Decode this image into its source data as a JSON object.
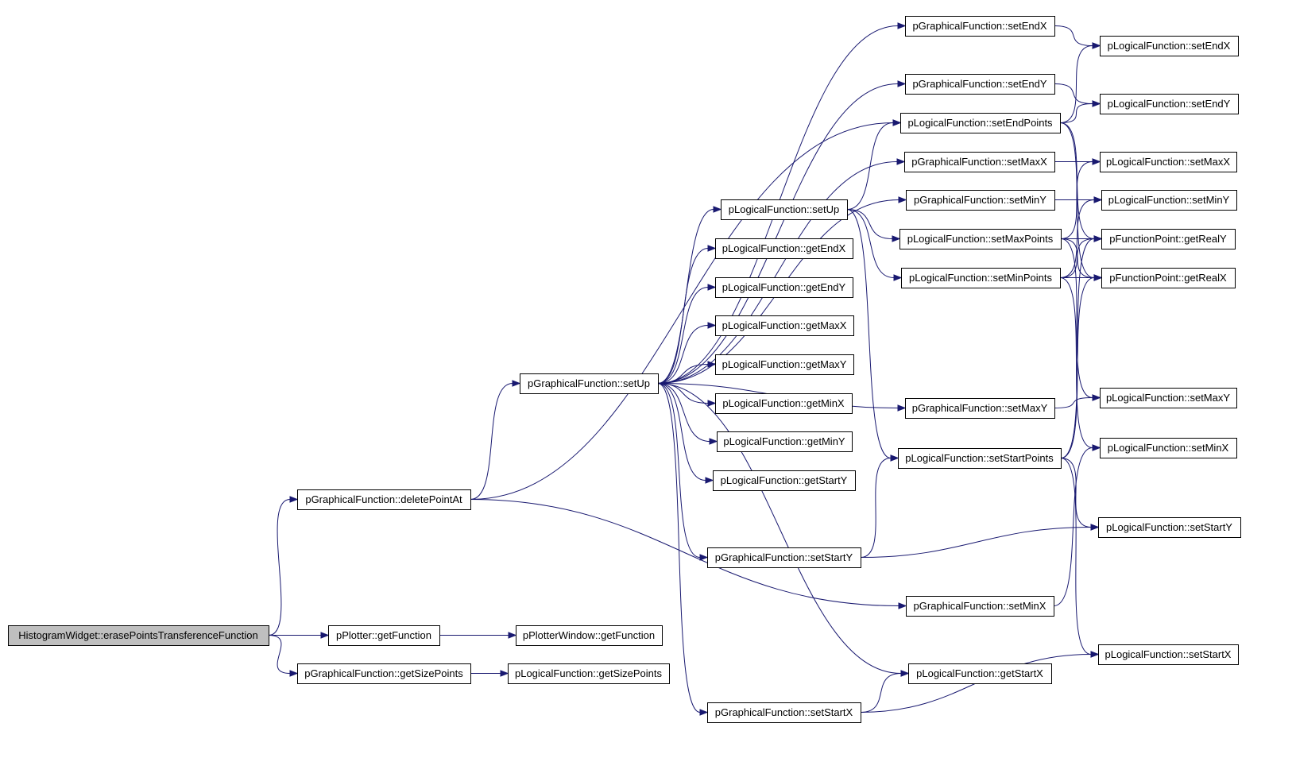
{
  "colors": {
    "edge": "#191970",
    "node_fill": "#ffffff",
    "root_fill": "#bfbfbf",
    "border": "#000000"
  },
  "graph": {
    "root": "n_root",
    "nodes": [
      {
        "id": "n_root",
        "label": "HistogramWidget::erasePointsTransferenceFunction"
      },
      {
        "id": "n_deletePointAt",
        "label": "pGraphicalFunction::deletePointAt"
      },
      {
        "id": "n_getFunction",
        "label": "pPlotter::getFunction"
      },
      {
        "id": "n_gf_getSizePoints",
        "label": "pGraphicalFunction::getSizePoints"
      },
      {
        "id": "n_pw_getFunction",
        "label": "pPlotterWindow::getFunction"
      },
      {
        "id": "n_lf_getSizePoints",
        "label": "pLogicalFunction::getSizePoints"
      },
      {
        "id": "n_gf_setUp",
        "label": "pGraphicalFunction::setUp"
      },
      {
        "id": "n_lf_setUp",
        "label": "pLogicalFunction::setUp"
      },
      {
        "id": "n_lf_getEndX",
        "label": "pLogicalFunction::getEndX"
      },
      {
        "id": "n_lf_getEndY",
        "label": "pLogicalFunction::getEndY"
      },
      {
        "id": "n_lf_getMaxX",
        "label": "pLogicalFunction::getMaxX"
      },
      {
        "id": "n_lf_getMaxY",
        "label": "pLogicalFunction::getMaxY"
      },
      {
        "id": "n_lf_getMinX",
        "label": "pLogicalFunction::getMinX"
      },
      {
        "id": "n_lf_getMinY",
        "label": "pLogicalFunction::getMinY"
      },
      {
        "id": "n_lf_getStartY",
        "label": "pLogicalFunction::getStartY"
      },
      {
        "id": "n_gf_setStartY",
        "label": "pGraphicalFunction::setStartY"
      },
      {
        "id": "n_gf_setStartX",
        "label": "pGraphicalFunction::setStartX"
      },
      {
        "id": "n_gf_setEndX",
        "label": "pGraphicalFunction::setEndX"
      },
      {
        "id": "n_gf_setEndY",
        "label": "pGraphicalFunction::setEndY"
      },
      {
        "id": "n_lf_setEndPoints",
        "label": "pLogicalFunction::setEndPoints"
      },
      {
        "id": "n_gf_setMaxX",
        "label": "pGraphicalFunction::setMaxX"
      },
      {
        "id": "n_gf_setMinY",
        "label": "pGraphicalFunction::setMinY"
      },
      {
        "id": "n_lf_setMaxPoints",
        "label": "pLogicalFunction::setMaxPoints"
      },
      {
        "id": "n_lf_setMinPoints",
        "label": "pLogicalFunction::setMinPoints"
      },
      {
        "id": "n_gf_setMaxY",
        "label": "pGraphicalFunction::setMaxY"
      },
      {
        "id": "n_lf_setStartPoints",
        "label": "pLogicalFunction::setStartPoints"
      },
      {
        "id": "n_gf_setMinX",
        "label": "pGraphicalFunction::setMinX"
      },
      {
        "id": "n_lf_getStartX",
        "label": "pLogicalFunction::getStartX"
      },
      {
        "id": "n_lf_setEndX",
        "label": "pLogicalFunction::setEndX"
      },
      {
        "id": "n_lf_setEndY",
        "label": "pLogicalFunction::setEndY"
      },
      {
        "id": "n_lf_setMaxX",
        "label": "pLogicalFunction::setMaxX"
      },
      {
        "id": "n_lf_setMinY",
        "label": "pLogicalFunction::setMinY"
      },
      {
        "id": "n_fp_getRealY",
        "label": "pFunctionPoint::getRealY"
      },
      {
        "id": "n_fp_getRealX",
        "label": "pFunctionPoint::getRealX"
      },
      {
        "id": "n_lf_setMaxY",
        "label": "pLogicalFunction::setMaxY"
      },
      {
        "id": "n_lf_setMinX",
        "label": "pLogicalFunction::setMinX"
      },
      {
        "id": "n_lf_setStartY",
        "label": "pLogicalFunction::setStartY"
      },
      {
        "id": "n_lf_setStartX",
        "label": "pLogicalFunction::setStartX"
      }
    ],
    "edges": [
      {
        "from": "n_root",
        "to": "n_deletePointAt"
      },
      {
        "from": "n_root",
        "to": "n_getFunction"
      },
      {
        "from": "n_root",
        "to": "n_gf_getSizePoints"
      },
      {
        "from": "n_getFunction",
        "to": "n_pw_getFunction"
      },
      {
        "from": "n_gf_getSizePoints",
        "to": "n_lf_getSizePoints"
      },
      {
        "from": "n_deletePointAt",
        "to": "n_gf_setUp"
      },
      {
        "from": "n_deletePointAt",
        "to": "n_lf_setEndPoints"
      },
      {
        "from": "n_deletePointAt",
        "to": "n_gf_setMinX"
      },
      {
        "from": "n_gf_setUp",
        "to": "n_gf_setEndX"
      },
      {
        "from": "n_gf_setUp",
        "to": "n_gf_setEndY"
      },
      {
        "from": "n_gf_setUp",
        "to": "n_gf_setMaxX"
      },
      {
        "from": "n_gf_setUp",
        "to": "n_gf_setMinY"
      },
      {
        "from": "n_gf_setUp",
        "to": "n_lf_setUp"
      },
      {
        "from": "n_gf_setUp",
        "to": "n_lf_getEndX"
      },
      {
        "from": "n_gf_setUp",
        "to": "n_lf_getEndY"
      },
      {
        "from": "n_gf_setUp",
        "to": "n_lf_getMaxX"
      },
      {
        "from": "n_gf_setUp",
        "to": "n_lf_getMaxY"
      },
      {
        "from": "n_gf_setUp",
        "to": "n_lf_getMinX"
      },
      {
        "from": "n_gf_setUp",
        "to": "n_lf_getMinY"
      },
      {
        "from": "n_gf_setUp",
        "to": "n_lf_getStartY"
      },
      {
        "from": "n_gf_setUp",
        "to": "n_gf_setStartY"
      },
      {
        "from": "n_gf_setUp",
        "to": "n_gf_setMaxY"
      },
      {
        "from": "n_gf_setUp",
        "to": "n_lf_getStartX"
      },
      {
        "from": "n_gf_setUp",
        "to": "n_gf_setStartX"
      },
      {
        "from": "n_lf_setUp",
        "to": "n_lf_setEndPoints"
      },
      {
        "from": "n_lf_setUp",
        "to": "n_lf_setMaxPoints"
      },
      {
        "from": "n_lf_setUp",
        "to": "n_lf_setMinPoints"
      },
      {
        "from": "n_lf_setUp",
        "to": "n_lf_setStartPoints"
      },
      {
        "from": "n_gf_setStartY",
        "to": "n_lf_setStartPoints"
      },
      {
        "from": "n_gf_setStartY",
        "to": "n_lf_setStartY"
      },
      {
        "from": "n_gf_setStartX",
        "to": "n_lf_getStartX"
      },
      {
        "from": "n_gf_setStartX",
        "to": "n_lf_setStartX"
      },
      {
        "from": "n_gf_setEndX",
        "to": "n_lf_setEndX"
      },
      {
        "from": "n_gf_setEndY",
        "to": "n_lf_setEndY"
      },
      {
        "from": "n_lf_setEndPoints",
        "to": "n_lf_setEndX"
      },
      {
        "from": "n_lf_setEndPoints",
        "to": "n_lf_setEndY"
      },
      {
        "from": "n_lf_setEndPoints",
        "to": "n_fp_getRealY"
      },
      {
        "from": "n_lf_setEndPoints",
        "to": "n_fp_getRealX"
      },
      {
        "from": "n_gf_setMaxX",
        "to": "n_lf_setMaxX"
      },
      {
        "from": "n_gf_setMinY",
        "to": "n_lf_setMinY"
      },
      {
        "from": "n_lf_setMaxPoints",
        "to": "n_lf_setMaxX"
      },
      {
        "from": "n_lf_setMaxPoints",
        "to": "n_fp_getRealY"
      },
      {
        "from": "n_lf_setMaxPoints",
        "to": "n_fp_getRealX"
      },
      {
        "from": "n_lf_setMaxPoints",
        "to": "n_lf_setMaxY"
      },
      {
        "from": "n_lf_setMinPoints",
        "to": "n_lf_setMinY"
      },
      {
        "from": "n_lf_setMinPoints",
        "to": "n_fp_getRealY"
      },
      {
        "from": "n_lf_setMinPoints",
        "to": "n_fp_getRealX"
      },
      {
        "from": "n_lf_setMinPoints",
        "to": "n_lf_setMinX"
      },
      {
        "from": "n_gf_setMaxY",
        "to": "n_lf_setMaxY"
      },
      {
        "from": "n_lf_setStartPoints",
        "to": "n_fp_getRealY"
      },
      {
        "from": "n_lf_setStartPoints",
        "to": "n_fp_getRealX"
      },
      {
        "from": "n_lf_setStartPoints",
        "to": "n_lf_setStartY"
      },
      {
        "from": "n_lf_setStartPoints",
        "to": "n_lf_setStartX"
      },
      {
        "from": "n_gf_setMinX",
        "to": "n_lf_setMinX"
      }
    ]
  }
}
